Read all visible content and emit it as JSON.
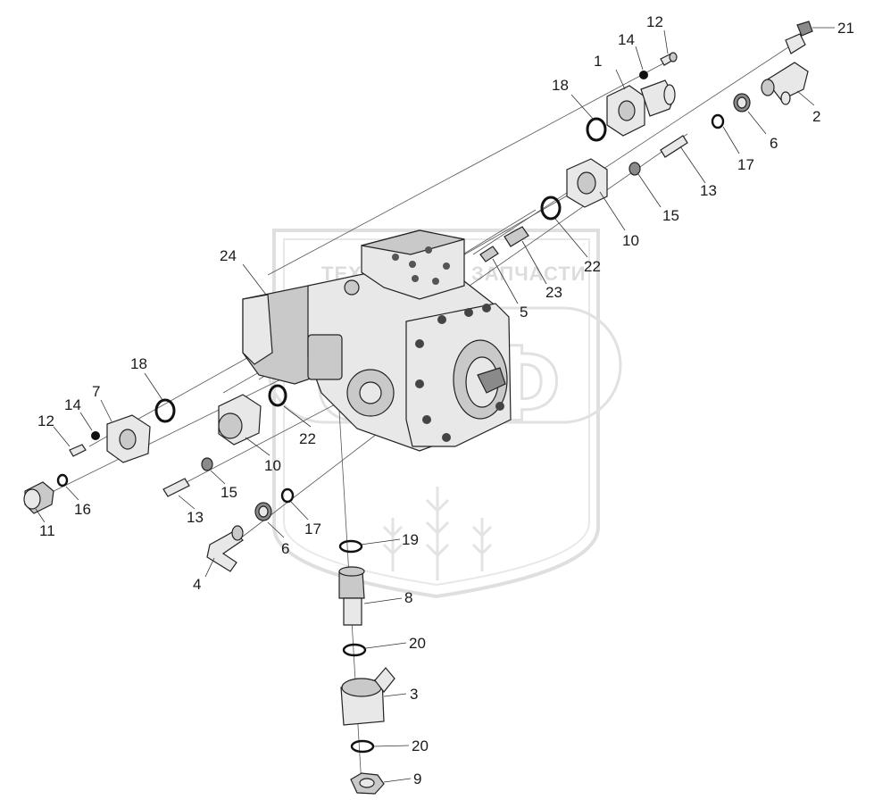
{
  "watermark": {
    "left_text": "ТЕХНИКА",
    "right_text": "ЗАПЧАСТИ",
    "initials": "СПФ"
  },
  "callouts": [
    {
      "id": "c-12-top",
      "label": "12"
    },
    {
      "id": "c-14-top",
      "label": "14"
    },
    {
      "id": "c-21",
      "label": "21"
    },
    {
      "id": "c-1",
      "label": "1"
    },
    {
      "id": "c-18-top",
      "label": "18"
    },
    {
      "id": "c-2",
      "label": "2"
    },
    {
      "id": "c-6-top",
      "label": "6"
    },
    {
      "id": "c-17-top",
      "label": "17"
    },
    {
      "id": "c-13-top",
      "label": "13"
    },
    {
      "id": "c-15-top",
      "label": "15"
    },
    {
      "id": "c-10-top",
      "label": "10"
    },
    {
      "id": "c-22-top",
      "label": "22"
    },
    {
      "id": "c-23",
      "label": "23"
    },
    {
      "id": "c-5",
      "label": "5"
    },
    {
      "id": "c-24",
      "label": "24"
    },
    {
      "id": "c-18-left",
      "label": "18"
    },
    {
      "id": "c-7",
      "label": "7"
    },
    {
      "id": "c-14-left",
      "label": "14"
    },
    {
      "id": "c-12-left",
      "label": "12"
    },
    {
      "id": "c-22-mid",
      "label": "22"
    },
    {
      "id": "c-10-left",
      "label": "10"
    },
    {
      "id": "c-15-left",
      "label": "15"
    },
    {
      "id": "c-16",
      "label": "16"
    },
    {
      "id": "c-11",
      "label": "11"
    },
    {
      "id": "c-13-left",
      "label": "13"
    },
    {
      "id": "c-17-left",
      "label": "17"
    },
    {
      "id": "c-6-left",
      "label": "6"
    },
    {
      "id": "c-19",
      "label": "19"
    },
    {
      "id": "c-4",
      "label": "4"
    },
    {
      "id": "c-8",
      "label": "8"
    },
    {
      "id": "c-20-top",
      "label": "20"
    },
    {
      "id": "c-3",
      "label": "3"
    },
    {
      "id": "c-20-bottom",
      "label": "20"
    },
    {
      "id": "c-9",
      "label": "9"
    }
  ]
}
